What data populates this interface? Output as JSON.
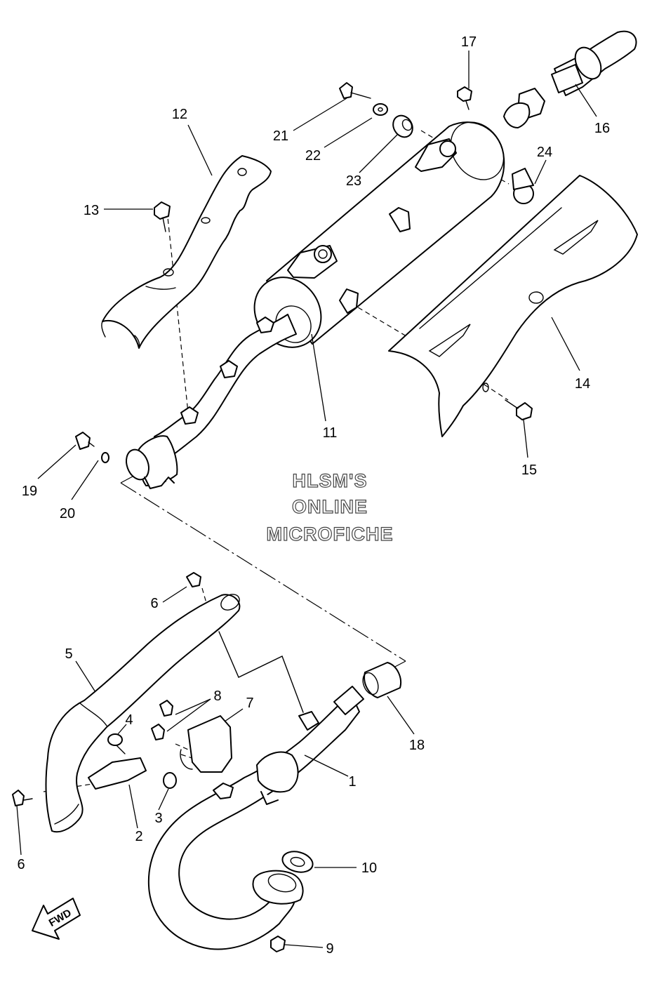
{
  "watermark": {
    "line1": "HLSM'S",
    "line2": "ONLINE",
    "line3": "MICROFICHE"
  },
  "direction_label": "FWD",
  "callouts": [
    {
      "id": "c1",
      "text": "1"
    },
    {
      "id": "c2",
      "text": "2"
    },
    {
      "id": "c3",
      "text": "3"
    },
    {
      "id": "c4",
      "text": "4"
    },
    {
      "id": "c5",
      "text": "5"
    },
    {
      "id": "c6a",
      "text": "6"
    },
    {
      "id": "c6b",
      "text": "6"
    },
    {
      "id": "c7",
      "text": "7"
    },
    {
      "id": "c8",
      "text": "8"
    },
    {
      "id": "c9",
      "text": "9"
    },
    {
      "id": "c10",
      "text": "10"
    },
    {
      "id": "c11",
      "text": "11"
    },
    {
      "id": "c12",
      "text": "12"
    },
    {
      "id": "c13",
      "text": "13"
    },
    {
      "id": "c14",
      "text": "14"
    },
    {
      "id": "c15",
      "text": "15"
    },
    {
      "id": "c16",
      "text": "16"
    },
    {
      "id": "c17",
      "text": "17"
    },
    {
      "id": "c18",
      "text": "18"
    },
    {
      "id": "c19",
      "text": "19"
    },
    {
      "id": "c20",
      "text": "20"
    },
    {
      "id": "c21",
      "text": "21"
    },
    {
      "id": "c22",
      "text": "22"
    },
    {
      "id": "c23",
      "text": "23"
    },
    {
      "id": "c24",
      "text": "24"
    }
  ]
}
